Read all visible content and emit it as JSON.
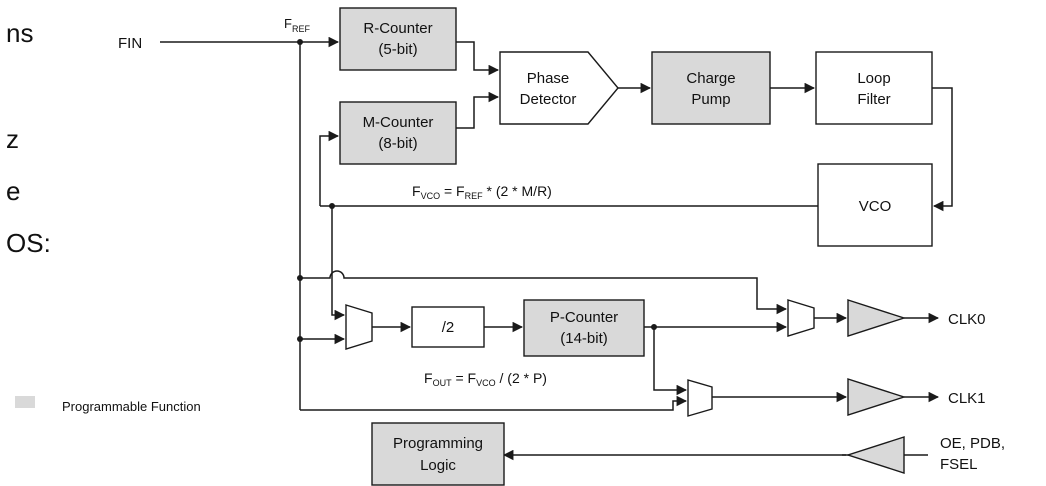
{
  "colors": {
    "programmable": "#d9d9d9",
    "plain": "#ffffff",
    "line": "#1a1a1a"
  },
  "side_text": [
    "ns",
    "z",
    "e",
    "OS:"
  ],
  "legend": {
    "label": "Programmable Function",
    "swatch_color": "#d9d9d9"
  },
  "inputs": {
    "fin": "FIN",
    "fref": {
      "main": "F",
      "sub": "REF"
    },
    "control": [
      "OE, PDB,",
      "FSEL"
    ]
  },
  "blocks": {
    "r_counter": [
      "R-Counter",
      "(5-bit)"
    ],
    "m_counter": [
      "M-Counter",
      "(8-bit)"
    ],
    "phase_detector": [
      "Phase",
      "Detector"
    ],
    "charge_pump": [
      "Charge",
      "Pump"
    ],
    "loop_filter": [
      "Loop",
      "Filter"
    ],
    "vco": "VCO",
    "div2": "/2",
    "p_counter": [
      "P-Counter",
      "(14-bit)"
    ],
    "programming_logic": [
      "Programming",
      "Logic"
    ]
  },
  "equations": {
    "fvco": {
      "lhs_main": "F",
      "lhs_sub": "VCO",
      "eq": " = ",
      "rhs_main": "F",
      "rhs_sub": "REF",
      "tail": " * (2 * M/R)"
    },
    "fout": {
      "lhs_main": "F",
      "lhs_sub": "OUT",
      "eq": " = ",
      "rhs_main": "F",
      "rhs_sub": "VCO",
      "tail": " /  (2 * P)"
    }
  },
  "outputs": {
    "clk0": "CLK0",
    "clk1": "CLK1"
  }
}
